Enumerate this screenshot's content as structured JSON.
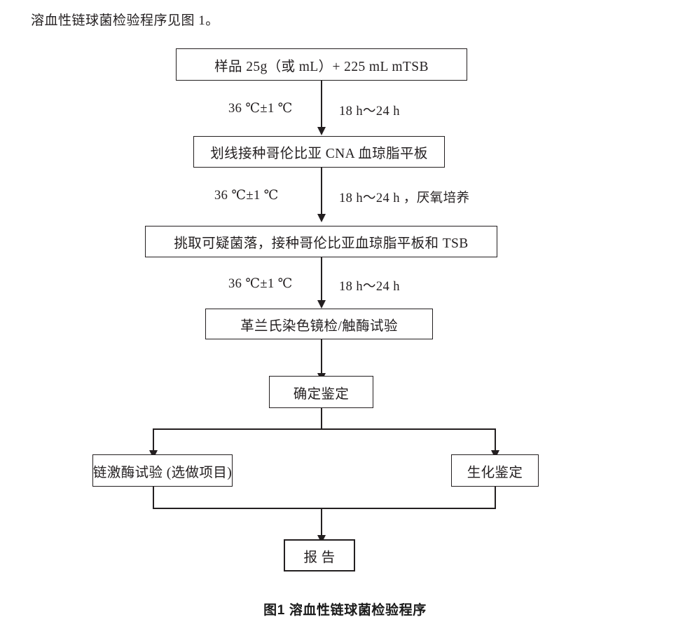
{
  "document": {
    "intro_text": "溶血性链球菌检验程序见图 1。",
    "figure_caption": "图1  溶血性链球菌检验程序"
  },
  "flowchart": {
    "type": "process-flow-diagram",
    "ink_color": "#231f20",
    "background_color": "#ffffff",
    "nodes": [
      {
        "id": "enrichment",
        "label": "样品 25g（或 mL）+ 225 mL mTSB"
      },
      {
        "id": "streak-cna",
        "label": "划线接种哥伦比亚 CNA 血琼脂平板"
      },
      {
        "id": "pick-colony",
        "label": "挑取可疑菌落，接种哥伦比亚血琼脂平板和 TSB"
      },
      {
        "id": "gram-catalase",
        "label": "革兰氏染色镜检/触酶试验"
      },
      {
        "id": "confirm-id",
        "label": "确定鉴定"
      },
      {
        "id": "streptokinase",
        "label": "链激酶试验 (选做项目)"
      },
      {
        "id": "biochemical",
        "label": "生化鉴定"
      },
      {
        "id": "report",
        "label": "报  告"
      }
    ],
    "edge_labels": [
      {
        "id": "edge-1",
        "temperature": "36 ℃±1 ℃",
        "duration": "18 h～24 h"
      },
      {
        "id": "edge-2",
        "temperature": "36 ℃±1 ℃",
        "duration": "18 h～24 h ，厌氧培养"
      },
      {
        "id": "edge-3",
        "temperature": "36 ℃±1 ℃",
        "duration": "18 h～24 h"
      }
    ]
  }
}
